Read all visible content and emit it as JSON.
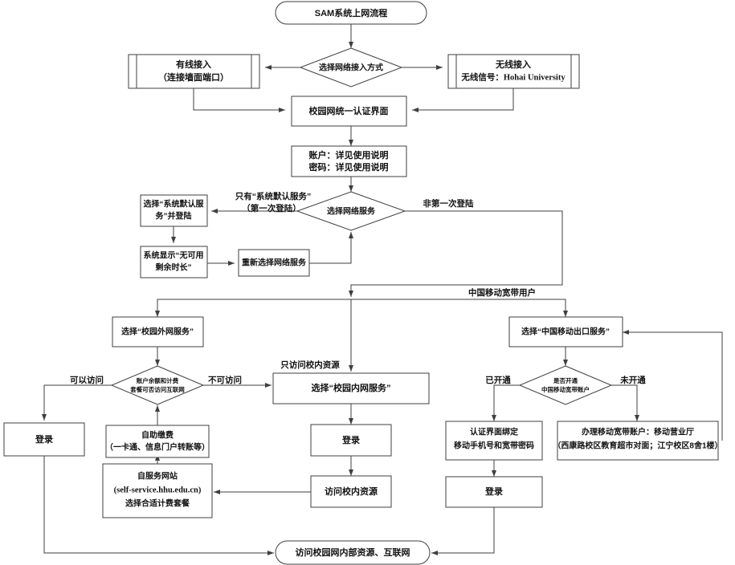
{
  "diagram": {
    "title": "SAM系统上网流程",
    "end": "访问校园网内部资源、互联网",
    "accent_color": "#3f3f3f",
    "background_color": "#ffffff",
    "text_color": "#111111"
  },
  "nodes": {
    "start": {
      "label": "SAM系统上网流程",
      "shape": "terminator"
    },
    "access_mode": {
      "label": "选择网络接入方式",
      "shape": "decision"
    },
    "wired": {
      "line1": "有线接入",
      "line2": "（连接墙面端口）",
      "shape": "predefined-process"
    },
    "wireless": {
      "line1": "无线接入",
      "line2": "无线信号：Hohai University",
      "shape": "predefined-process"
    },
    "auth_page": {
      "label": "校园网统一认证界面",
      "shape": "process"
    },
    "credentials": {
      "line1": "账户：详见使用说明",
      "line2": "密码：详见使用说明",
      "shape": "process"
    },
    "choose_service": {
      "label": "选择网络服务",
      "shape": "decision"
    },
    "default_service": {
      "line1": "选择“系统默认服",
      "line2": "务”并登陆",
      "shape": "process"
    },
    "no_time_left": {
      "line1": "系统显示“无可用",
      "line2": "剩余时长”",
      "shape": "process"
    },
    "reselect_service": {
      "label": "重新选择网络服务",
      "shape": "process"
    },
    "outer_net": {
      "label": "选择“校园外网服务”",
      "shape": "process"
    },
    "balance_check": {
      "line1": "账户余额和计费",
      "line2": "套餐可否访问互联网",
      "shape": "decision"
    },
    "login_left": {
      "label": "登录",
      "shape": "process"
    },
    "self_pay": {
      "line1": "自助缴费",
      "line2": "（一卡通、信息门户转账等）",
      "shape": "process"
    },
    "self_service_site": {
      "line1": "自服务网站",
      "line2": "(self-service.hhu.edu.cn)",
      "line3": "选择合适计费套餐",
      "shape": "process"
    },
    "inner_net": {
      "label": "选择“校园内网服务”",
      "shape": "process"
    },
    "login_mid": {
      "label": "登录",
      "shape": "process"
    },
    "access_inner": {
      "label": "访问校内资源",
      "shape": "process"
    },
    "cmcc_exit": {
      "label": "选择“中国移动出口服务”",
      "shape": "process"
    },
    "cmcc_check": {
      "line1": "是否开通",
      "line2": "中国移动宽带账户",
      "shape": "decision"
    },
    "bind_account": {
      "line1": "认证界面绑定",
      "line2": "移动手机号和宽带密码",
      "shape": "process"
    },
    "apply_account": {
      "line1": "办理移动宽带账户：移动营业厅",
      "line2": "（西康路校区教育超市对面；江宁校区8舍1楼）",
      "shape": "process"
    },
    "login_right": {
      "label": "登录",
      "shape": "process"
    },
    "end": {
      "label": "访问校园网内部资源、互联网",
      "shape": "terminator"
    }
  },
  "edge_labels": {
    "first_login_l1": "只有“系统默认服务”",
    "first_login_l2": "（第一次登陆）",
    "not_first_login": "非第一次登陆",
    "can_access": "可以访问",
    "cannot_access": "不可访问",
    "inner_only": "只访问校内资源",
    "cmcc_user": "中国移动宽带用户",
    "opened": "已开通",
    "not_opened": "未开通"
  }
}
